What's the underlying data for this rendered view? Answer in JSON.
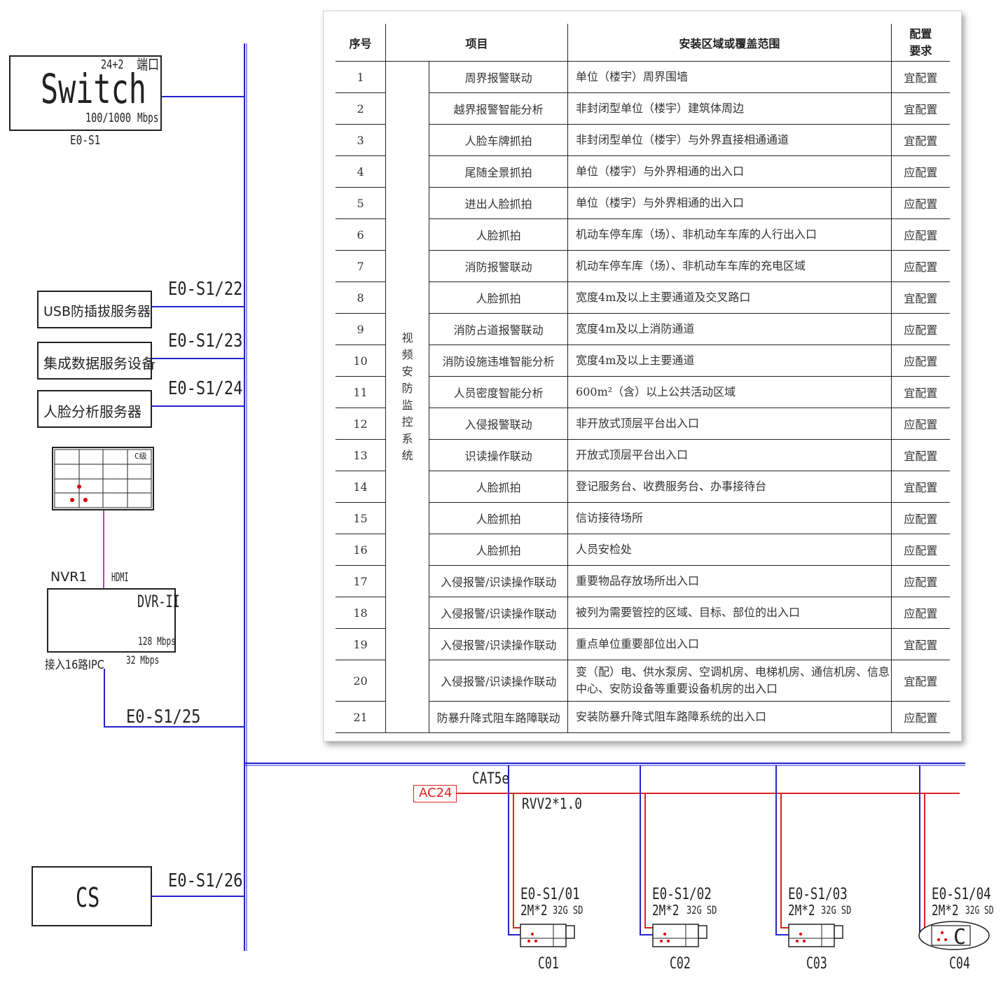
{
  "switch": {
    "name": "Switch",
    "ports": "24+2",
    "port_unit": "端口",
    "speed": "100/1000",
    "speed_unit": "Mbps",
    "id": "E0-S1"
  },
  "devices": [
    {
      "label": "USB防插拔服务器",
      "port": "E0-S1/22"
    },
    {
      "label": "集成数据服务设备",
      "port": "E0-S1/23"
    },
    {
      "label": "人脸分析服务器",
      "port": "E0-S1/24"
    }
  ],
  "monitor": {
    "badge": "C级"
  },
  "nvr": {
    "name": "NVR1",
    "hdmi": "HDMI",
    "model": "DVR-II",
    "speed_in": "128 Mbps",
    "speed_out": "32 Mbps",
    "ipc": "接入16路IPC",
    "port": "E0-S1/25"
  },
  "cs": {
    "label": "CS",
    "port": "E0-S1/26"
  },
  "cabling": {
    "data": "CAT5e",
    "power_source": "AC24",
    "power_cable": "RVV2*1.0"
  },
  "cameras": [
    {
      "port": "E0-S1/01",
      "spec": "2M*2",
      "storage": "32G SD",
      "id": "C01"
    },
    {
      "port": "E0-S1/02",
      "spec": "2M*2",
      "storage": "32G SD",
      "id": "C02"
    },
    {
      "port": "E0-S1/03",
      "spec": "2M*2",
      "storage": "32G SD",
      "id": "C03"
    },
    {
      "port": "E0-S1/04",
      "spec": "2M*2",
      "storage": "32G SD",
      "id": "C04"
    }
  ],
  "table": {
    "headers": {
      "no": "序号",
      "item": "项目",
      "area": "安装区域或覆盖范围",
      "req": "配置要求"
    },
    "system": "视频安防监控系统",
    "rows": [
      {
        "no": "1",
        "item": "周界报警联动",
        "area": "单位（楼宇）周界围墙",
        "req": "宜配置"
      },
      {
        "no": "2",
        "item": "越界报警智能分析",
        "area": "非封闭型单位（楼宇）建筑体周边",
        "req": "宜配置"
      },
      {
        "no": "3",
        "item": "人脸车牌抓拍",
        "area": "非封闭型单位（楼宇）与外界直接相通通道",
        "req": "宜配置"
      },
      {
        "no": "4",
        "item": "尾随全景抓拍",
        "area": "单位（楼宇）与外界相通的出入口",
        "req": "应配置"
      },
      {
        "no": "5",
        "item": "进出人脸抓拍",
        "area": "单位（楼宇）与外界相通的出入口",
        "req": "应配置"
      },
      {
        "no": "6",
        "item": "人脸抓拍",
        "area": "机动车停车库（场）、非机动车车库的人行出入口",
        "req": "应配置"
      },
      {
        "no": "7",
        "item": "消防报警联动",
        "area": "机动车停车库（场）、非机动车车库的充电区域",
        "req": "应配置"
      },
      {
        "no": "8",
        "item": "人脸抓拍",
        "area": "宽度4m及以上主要通道及交叉路口",
        "req": "宜配置"
      },
      {
        "no": "9",
        "item": "消防占道报警联动",
        "area": "宽度4m及以上消防通道",
        "req": "应配置"
      },
      {
        "no": "10",
        "item": "消防设施违堆智能分析",
        "area": "宽度4m及以上主要通道",
        "req": "应配置"
      },
      {
        "no": "11",
        "item": "人员密度智能分析",
        "area": "600m²（含）以上公共活动区域",
        "req": "宜配置"
      },
      {
        "no": "12",
        "item": "入侵报警联动",
        "area": "非开放式顶层平台出入口",
        "req": "应配置"
      },
      {
        "no": "13",
        "item": "识读操作联动",
        "area": "开放式顶层平台出入口",
        "req": "宜配置"
      },
      {
        "no": "14",
        "item": "人脸抓拍",
        "area": "登记服务台、收费服务台、办事接待台",
        "req": "宜配置"
      },
      {
        "no": "15",
        "item": "人脸抓拍",
        "area": "信访接待场所",
        "req": "应配置"
      },
      {
        "no": "16",
        "item": "人脸抓拍",
        "area": "人员安检处",
        "req": "应配置"
      },
      {
        "no": "17",
        "item": "入侵报警/识读操作联动",
        "area": "重要物品存放场所出入口",
        "req": "应配置"
      },
      {
        "no": "18",
        "item": "入侵报警/识读操作联动",
        "area": "被列为需要管控的区域、目标、部位的出入口",
        "req": "应配置"
      },
      {
        "no": "19",
        "item": "入侵报警/识读操作联动",
        "area": "重点单位重要部位出入口",
        "req": "宜配置"
      },
      {
        "no": "20",
        "item": "入侵报警/识读操作联动",
        "area": "变（配）电、供水泵房、空调机房、电梯机房、通信机房、信息中心、安防设备等重要设备机房的出入口",
        "req": "宜配置"
      },
      {
        "no": "21",
        "item": "防暴升降式阻车路障联动",
        "area": "安装防暴升降式阻车路障系统的出入口",
        "req": "应配置"
      }
    ]
  }
}
